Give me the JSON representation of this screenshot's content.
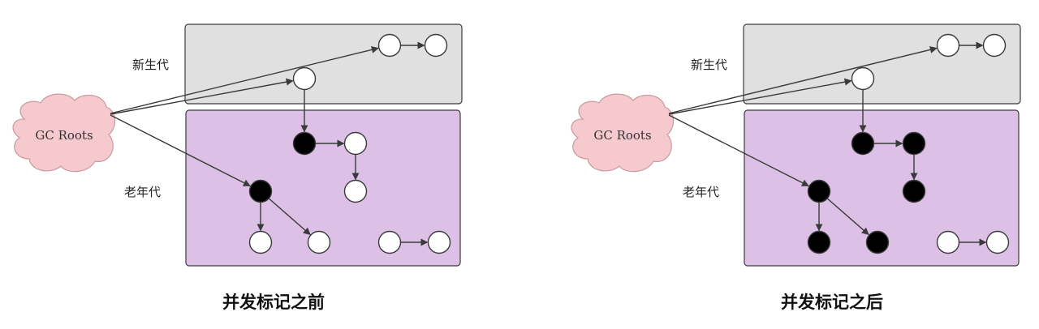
{
  "panels": [
    {
      "id": "before",
      "caption": "并发标记之前",
      "gc_roots_label": "GC Roots",
      "young_gen_label": "新生代",
      "old_gen_label": "老年代",
      "nodes": [
        {
          "id": "y1",
          "gen": "young",
          "marked": false
        },
        {
          "id": "y2",
          "gen": "young",
          "marked": false
        },
        {
          "id": "y3",
          "gen": "young",
          "marked": false
        },
        {
          "id": "o1",
          "gen": "old",
          "marked": true
        },
        {
          "id": "o2",
          "gen": "old",
          "marked": false
        },
        {
          "id": "o3",
          "gen": "old",
          "marked": false
        },
        {
          "id": "o4",
          "gen": "old",
          "marked": true
        },
        {
          "id": "o5",
          "gen": "old",
          "marked": false
        },
        {
          "id": "o6",
          "gen": "old",
          "marked": false
        },
        {
          "id": "o7",
          "gen": "old",
          "marked": false
        },
        {
          "id": "o8",
          "gen": "old",
          "marked": false
        }
      ]
    },
    {
      "id": "after",
      "caption": "并发标记之后",
      "gc_roots_label": "GC Roots",
      "young_gen_label": "新生代",
      "old_gen_label": "老年代",
      "nodes": [
        {
          "id": "y1",
          "gen": "young",
          "marked": false
        },
        {
          "id": "y2",
          "gen": "young",
          "marked": false
        },
        {
          "id": "y3",
          "gen": "young",
          "marked": false
        },
        {
          "id": "o1",
          "gen": "old",
          "marked": true
        },
        {
          "id": "o2",
          "gen": "old",
          "marked": true
        },
        {
          "id": "o3",
          "gen": "old",
          "marked": true
        },
        {
          "id": "o4",
          "gen": "old",
          "marked": true
        },
        {
          "id": "o5",
          "gen": "old",
          "marked": true
        },
        {
          "id": "o6",
          "gen": "old",
          "marked": true
        },
        {
          "id": "o7",
          "gen": "old",
          "marked": false
        },
        {
          "id": "o8",
          "gen": "old",
          "marked": false
        }
      ]
    }
  ],
  "edges": [
    {
      "from": "roots",
      "to": "y1"
    },
    {
      "from": "roots",
      "to": "y3"
    },
    {
      "from": "roots",
      "to": "o4"
    },
    {
      "from": "y1",
      "to": "y2"
    },
    {
      "from": "y3",
      "to": "o1"
    },
    {
      "from": "o1",
      "to": "o2"
    },
    {
      "from": "o2",
      "to": "o3"
    },
    {
      "from": "o4",
      "to": "o5"
    },
    {
      "from": "o4",
      "to": "o6"
    },
    {
      "from": "o7",
      "to": "o8"
    }
  ],
  "colors": {
    "young_gen_fill": "#e0e0e0",
    "old_gen_fill": "#dcc0e6",
    "cloud_fill": "#f6c9cf",
    "marked_node": "#000000",
    "unmarked_node": "#ffffff"
  }
}
